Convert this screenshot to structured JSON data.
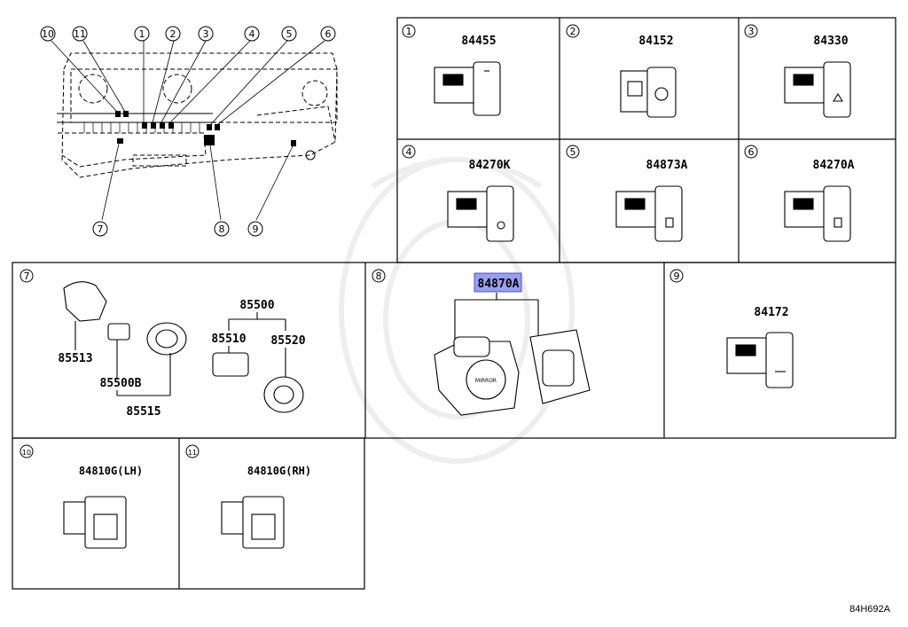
{
  "diagram": {
    "reference_code": "84H692A",
    "locator": {
      "callouts": [
        "10",
        "11",
        "1",
        "2",
        "3",
        "4",
        "5",
        "6",
        "7",
        "8",
        "9"
      ]
    },
    "panels": [
      {
        "index": "1",
        "part": "84455"
      },
      {
        "index": "2",
        "part": "84152"
      },
      {
        "index": "3",
        "part": "84330"
      },
      {
        "index": "4",
        "part": "84270K"
      },
      {
        "index": "5",
        "part": "84873A"
      },
      {
        "index": "6",
        "part": "84270A"
      },
      {
        "index": "7",
        "parts": [
          "85500",
          "85510",
          "85520",
          "85513",
          "85500B",
          "85515"
        ]
      },
      {
        "index": "8",
        "part": "84870A",
        "highlighted": true,
        "switch_label": "MIRROR"
      },
      {
        "index": "9",
        "part": "84172"
      },
      {
        "index": "10",
        "part": "84810G(LH)"
      },
      {
        "index": "11",
        "part": "84810G(RH)"
      }
    ]
  },
  "colors": {
    "line": "#000000",
    "highlight": "#9a9ef0",
    "watermark": "#eeeeee"
  }
}
